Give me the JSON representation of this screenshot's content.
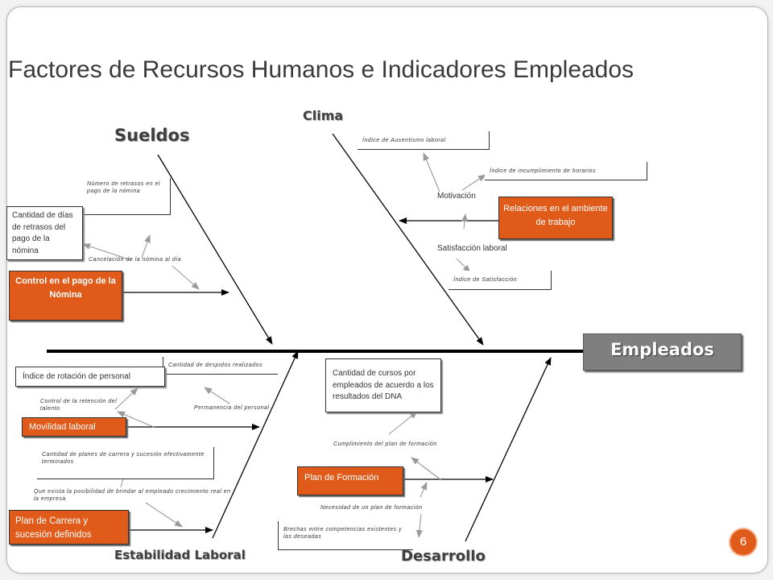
{
  "title": "Factores de Recursos Humanos e Indicadores Empleados",
  "page_number": "6",
  "categories": {
    "sueldos": "Sueldos",
    "clima": "Clima",
    "estabilidad": "Estabilidad  Laboral",
    "desarrollo": "Desarrollo"
  },
  "effect": "Empleados",
  "sueldos": {
    "cause": "Control en el pago de la Nómina",
    "sub_cause": "Cancelación de la nómina al día",
    "indicator_1": "Número de retrasos en el pago de la nómina",
    "indicator_2": "Cantidad de días de retrasos del pago de la nómina"
  },
  "clima": {
    "cause": "Relaciones en el ambiente de trabajo",
    "sub_cause_1": "Motivación",
    "sub_cause_2": "Satisfacción laboral",
    "indicator_1": "Índice de Ausentismo laboral",
    "indicator_2": "Índice de incumplimiento de horarios",
    "indicator_3": "Índice de Satisfacción"
  },
  "estabilidad": {
    "cause_1": "Movilidad laboral",
    "cause_2": "Plan de Carrera y sucesión definidos",
    "sub_cause_1": "Control de la retención del talento",
    "sub_cause_2": "Permanencia del personal",
    "sub_cause_3": "Que exista la posibilidad de brindar al empleado crecimiento real en la empresa",
    "indicator_1": "Índice de rotación de personal",
    "indicator_2": "Cantidad de despidos realizados",
    "indicator_3": "Cantidad de planes de carrera y sucesión efectivamente terminados"
  },
  "desarrollo": {
    "cause": "Plan de Formación",
    "sub_cause_1": "Cumplimiento del plan de formación",
    "sub_cause_2": "Necesidad de un plan de formación",
    "indicator_1": "Cantidad de cursos por empleados de acuerdo a los resultados del DNA",
    "indicator_2": "Brechas entre competencias existentes y las deseadas"
  },
  "colors": {
    "cause_fill": "#e05b1a",
    "effect_fill": "#7f7f7f",
    "badge": "#e05b1a"
  }
}
